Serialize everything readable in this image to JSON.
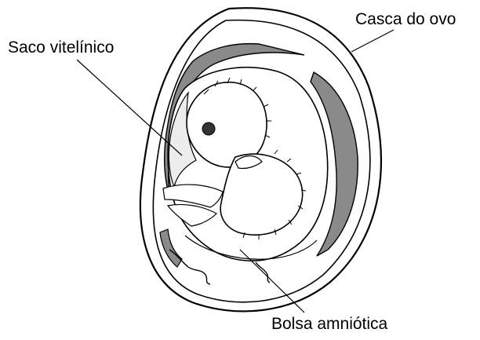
{
  "labels": {
    "yolk_sac": "Saco vitelínico",
    "egg_shell": "Casca do ovo",
    "amniotic_sac": "Bolsa amniótica"
  },
  "colors": {
    "line": "#000000",
    "shell_fill": "#ffffff",
    "membrane_dark": "#8a8a8a",
    "inner_light": "#ececec",
    "eye": "#333333"
  }
}
